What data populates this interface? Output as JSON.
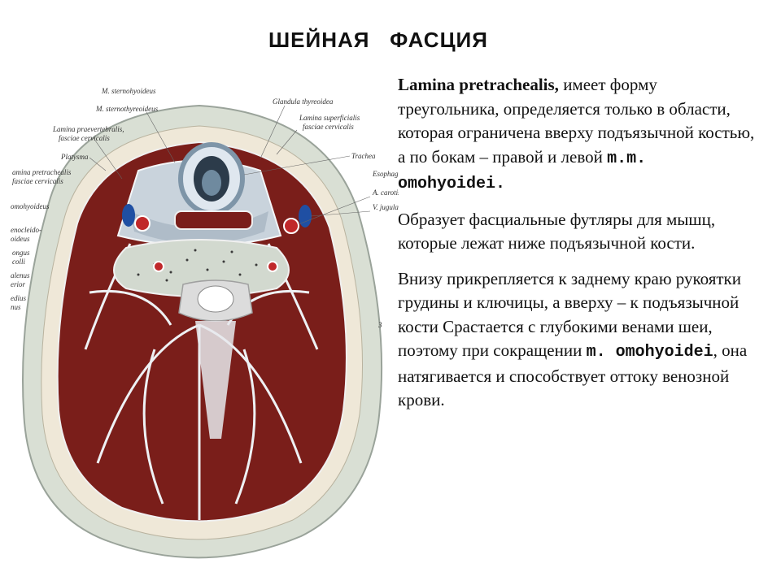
{
  "title": "ШЕЙНАЯ   ФАСЦИЯ",
  "figure_labels": {
    "sternohyoideus": "M. sternohyoideus",
    "sternothyreoideus": "M. sternothyreoideus",
    "glandula": "Glandula thyreoidea",
    "lamina_prevert": "Lamina praevertebralis,",
    "lamina_prevert2": "fasciae cervicalis",
    "lamina_superf": "Lamina superficialis",
    "lamina_superf2": "fasciae cervicalis",
    "platysma": "Platysma",
    "trachea": "Trachea",
    "esophagus": "Esophagus",
    "lamina_pretr": "amina pretrachealis",
    "lamina_pretr2": "fasciae cervicalis",
    "carotis": "A. carotis",
    "jugularis": "V. jugularis",
    "omohyoideus": "omohyoideus",
    "cleido": "enocleido-",
    "cleido2": "oideus",
    "longus": "ongus",
    "longus2": "colli",
    "scalenus": "alenus",
    "scalenus2": "erior",
    "medius": "edius",
    "medius2": "nus",
    "a_mark": "A.",
    "num3": "3"
  },
  "paragraph1": {
    "term": "Lamina pretrachealis,",
    "text_a": " имеет форму треугольника, определяется только в области, которая ограничена вверху подъязычной костью, а по бокам – правой и левой ",
    "term2": "m.m. omohyoidei.",
    "text_b": ""
  },
  "paragraph2": {
    "text": "Образует фасциальные футляры для мышц, которые лежат ниже подъязычной кости."
  },
  "paragraph3": {
    "text_a": "Внизу прикрепляется к заднему краю рукоятки грудины и ключицы, а вверху – к подъязычной кости Срастается с глубокими венами шеи, поэтому при сокращении ",
    "term": "m. omohyoidei",
    "text_b": ", она натягивается и способствует оттоку венозной крови."
  },
  "colors": {
    "muscle": "#7a1e1a",
    "fascia": "#e8ecef",
    "skin": "#d9dfd4",
    "artery": "#c0282a",
    "vein": "#1f4fa3"
  }
}
